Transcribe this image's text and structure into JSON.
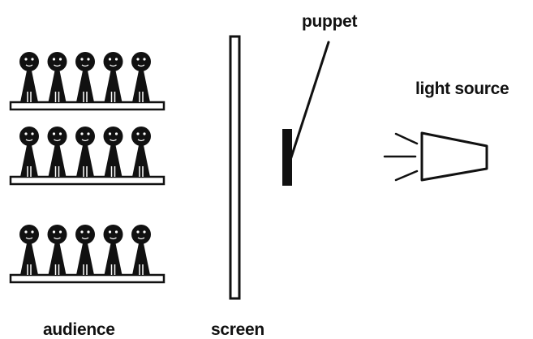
{
  "labels": {
    "puppet": "puppet",
    "light_source": "light source",
    "audience": "audience",
    "screen": "screen"
  },
  "audience": {
    "rows": 3,
    "people_per_row": 5
  },
  "colors": {
    "ink": "#111111",
    "background": "#ffffff"
  }
}
